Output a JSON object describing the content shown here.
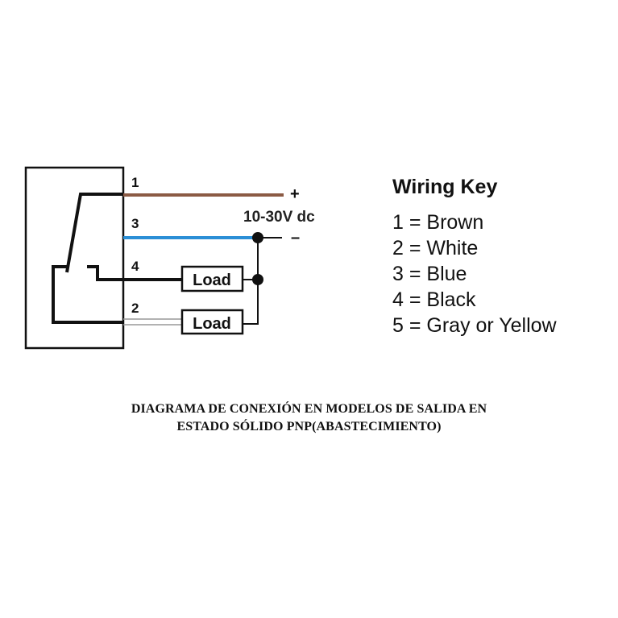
{
  "diagram": {
    "pins": [
      {
        "number": "1",
        "wire_color": "#8b5a44"
      },
      {
        "number": "3",
        "wire_color": "#2b8fd6"
      },
      {
        "number": "4",
        "wire_color": "#111111"
      },
      {
        "number": "2",
        "wire_color": "#bbbbbb"
      }
    ],
    "loads": [
      {
        "label": "Load"
      },
      {
        "label": "Load"
      }
    ],
    "supply": {
      "positive": "+",
      "negative": "–",
      "voltage": "10-30V dc"
    }
  },
  "wiring_key": {
    "title": "Wiring Key",
    "items": [
      {
        "text": "1 = Brown"
      },
      {
        "text": "2 = White"
      },
      {
        "text": "3 = Blue"
      },
      {
        "text": "4 = Black"
      },
      {
        "text": "5 = Gray or Yellow"
      }
    ]
  },
  "caption": {
    "line1": "DIAGRAMA DE CONEXIÓN EN MODELOS DE SALIDA EN",
    "line2": "ESTADO SÓLIDO PNP(ABASTECIMIENTO)"
  }
}
